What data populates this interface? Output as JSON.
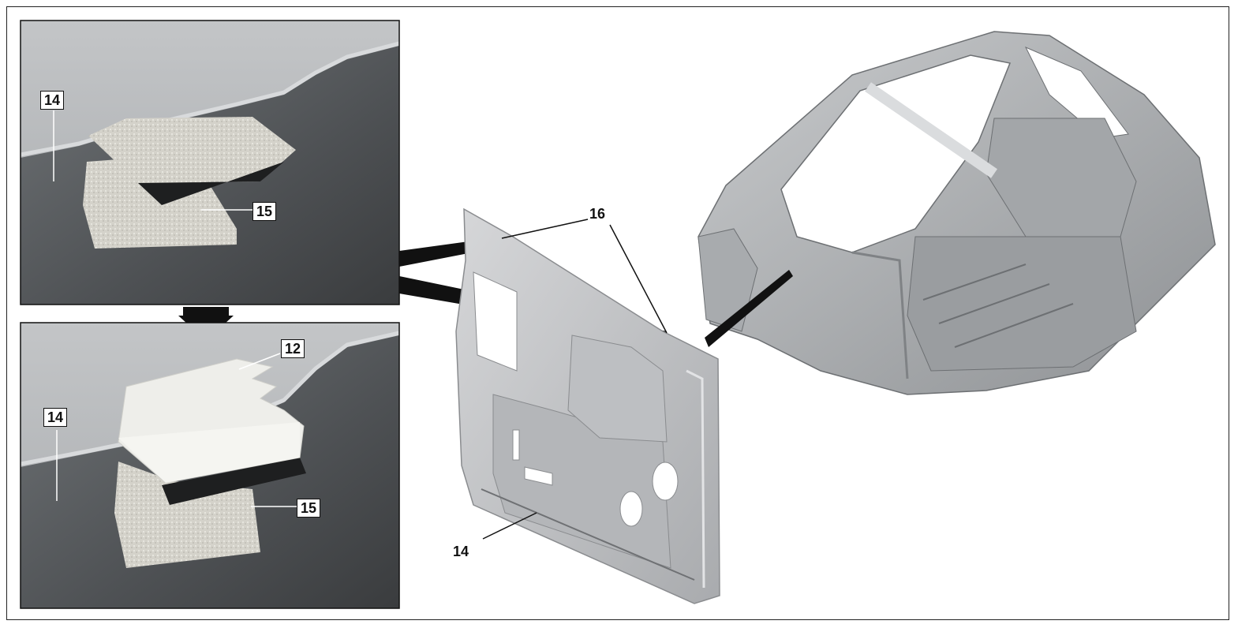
{
  "callouts": {
    "inset_top": {
      "part_panel": "14",
      "part_velcro": "15"
    },
    "inset_bottom": {
      "part_clip": "12",
      "part_panel": "14",
      "part_velcro": "15"
    },
    "door": {
      "part_fastener": "16",
      "part_panel": "14"
    }
  },
  "colors": {
    "frame": "#222222",
    "inset_background": "#5a5d60",
    "inset_sky": "#b9bcbf",
    "velcro": "#d9d7cf",
    "clip": "#eeeeea",
    "panel": "#c7c9cb",
    "body_frame": "#b3b5b8",
    "arrow": "#111111"
  }
}
